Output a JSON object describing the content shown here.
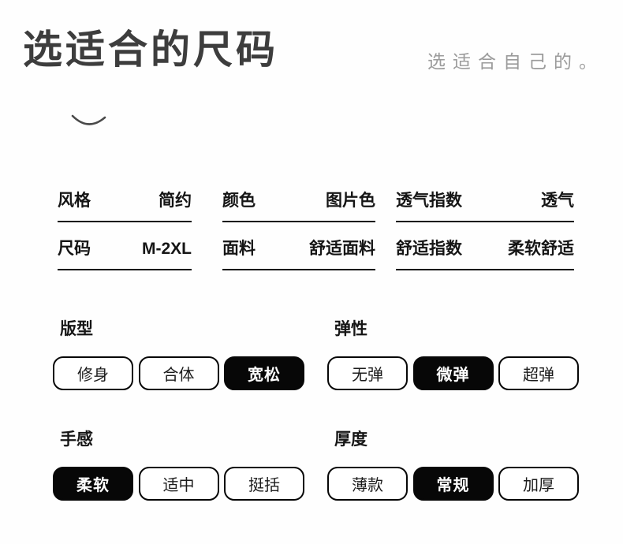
{
  "header": {
    "title": "选适合的尺码",
    "subtitle": "选适合自己的。"
  },
  "specs": {
    "columns": [
      {
        "rows": [
          {
            "label": "风格",
            "value": "简约"
          },
          {
            "label": "尺码",
            "value": "M-2XL"
          }
        ]
      },
      {
        "rows": [
          {
            "label": "颜色",
            "value": "图片色"
          },
          {
            "label": "面料",
            "value": "舒适面料"
          }
        ]
      },
      {
        "rows": [
          {
            "label": "透气指数",
            "value": "透气"
          },
          {
            "label": "舒适指数",
            "value": "柔软舒适"
          }
        ]
      }
    ]
  },
  "options": {
    "sections": [
      {
        "title": "版型",
        "choices": [
          {
            "label": "修身",
            "selected": false
          },
          {
            "label": "合体",
            "selected": false
          },
          {
            "label": "宽松",
            "selected": true
          }
        ]
      },
      {
        "title": "弹性",
        "choices": [
          {
            "label": "无弹",
            "selected": false
          },
          {
            "label": "微弹",
            "selected": true
          },
          {
            "label": "超弹",
            "selected": false
          }
        ]
      },
      {
        "title": "手感",
        "choices": [
          {
            "label": "柔软",
            "selected": true
          },
          {
            "label": "适中",
            "selected": false
          },
          {
            "label": "挺括",
            "selected": false
          }
        ]
      },
      {
        "title": "厚度",
        "choices": [
          {
            "label": "薄款",
            "selected": false
          },
          {
            "label": "常规",
            "selected": true
          },
          {
            "label": "加厚",
            "selected": false
          }
        ]
      }
    ]
  },
  "colors": {
    "title_text": "#3d3d3d",
    "subtitle_text": "#9b9b9b",
    "line_and_button": "#0d0d0d",
    "selected_bg": "#070707",
    "selected_text": "#ffffff",
    "background": "#fefefe"
  }
}
